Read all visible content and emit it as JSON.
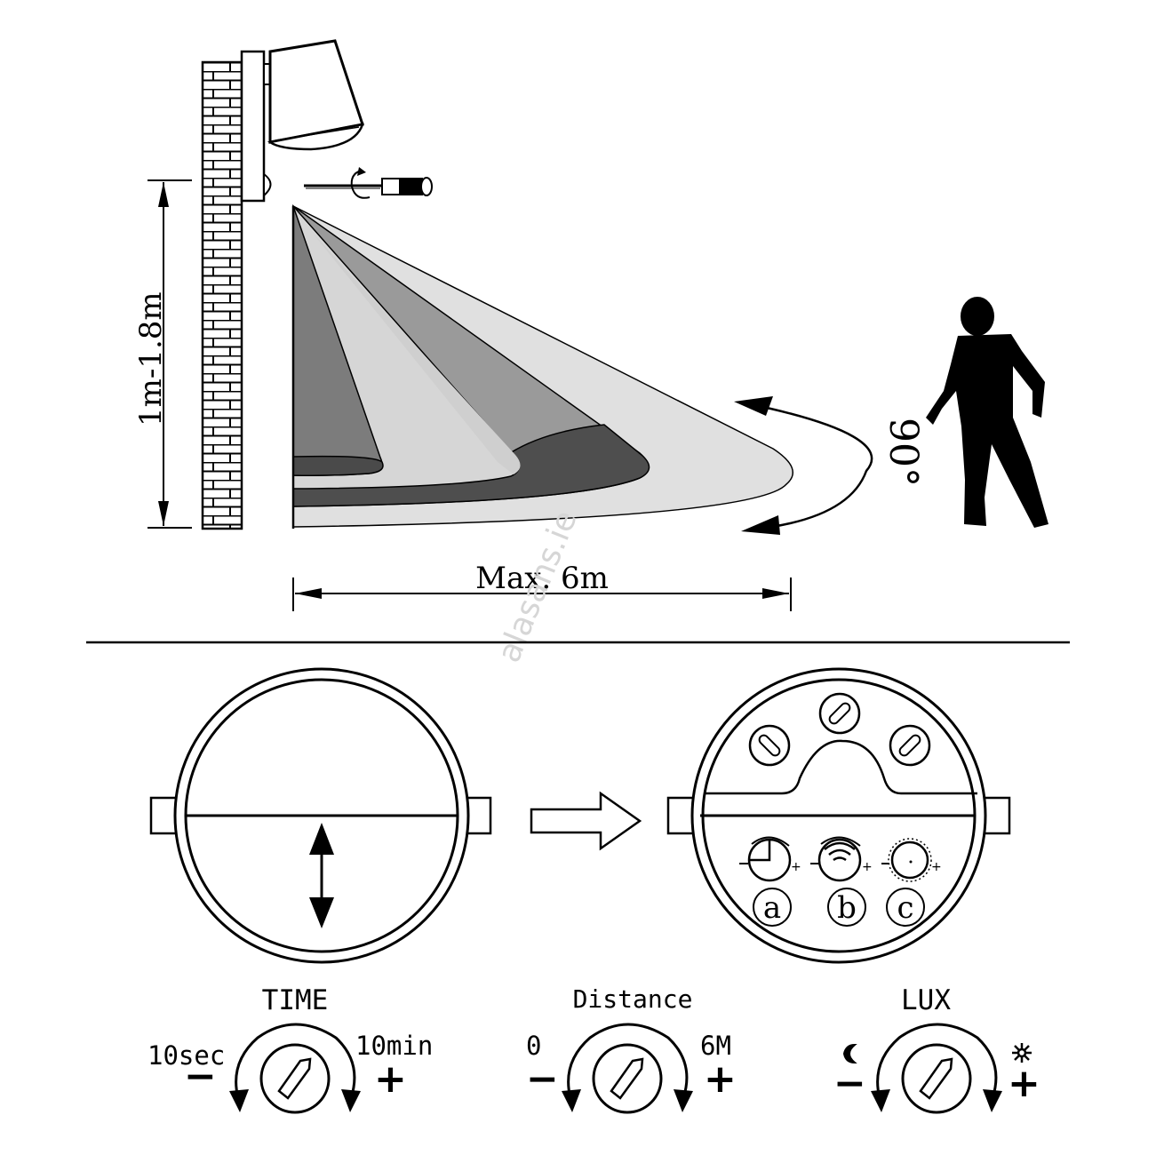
{
  "top": {
    "height_label": "1m-1.8m",
    "max_label": "Max. 6m",
    "angle_label": "90°",
    "watermark": "alasans.ie"
  },
  "colors": {
    "line": "#000000",
    "dark": "#4a4a4a",
    "mid": "#7c7c7c",
    "mid2": "#9a9a9a",
    "light": "#c8c8c8",
    "lighter": "#dcdcdc",
    "lightest": "#e8e8e8",
    "watermark": "#d6d6d6"
  },
  "sensor": {
    "letters": [
      "a",
      "b",
      "c"
    ]
  },
  "dials": [
    {
      "name": "time",
      "title": "TIME",
      "min_label": "10sec",
      "max_label": "10min",
      "minus": "−",
      "plus": "+"
    },
    {
      "name": "distance",
      "title": "Distance",
      "min_label": "0",
      "max_label": "6M",
      "minus": "−",
      "plus": "+"
    },
    {
      "name": "lux",
      "title": "LUX",
      "min_icon": "moon-icon",
      "max_icon": "sun-icon",
      "minus": "−",
      "plus": "+"
    }
  ]
}
